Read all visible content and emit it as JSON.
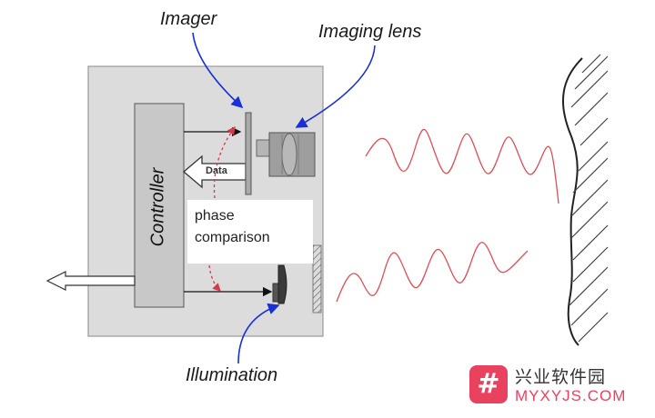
{
  "labels": {
    "imager": "Imager",
    "imaging_lens": "Imaging lens",
    "illumination": "Illumination",
    "controller": "Controller",
    "data": "Data",
    "phase_line1": "phase",
    "phase_line2": "comparison"
  },
  "watermark": {
    "logo_glyph": "#",
    "chinese_text": "兴业软件园",
    "url": "MYXYJS.COM"
  },
  "colors": {
    "housing": "#dcdcdc",
    "controller": "#c8c8c8",
    "wave": "#dd4f57",
    "pointer": "#1a2fd6",
    "phase_arrow": "#d9384a",
    "watermark_accent": "#e8425f"
  }
}
